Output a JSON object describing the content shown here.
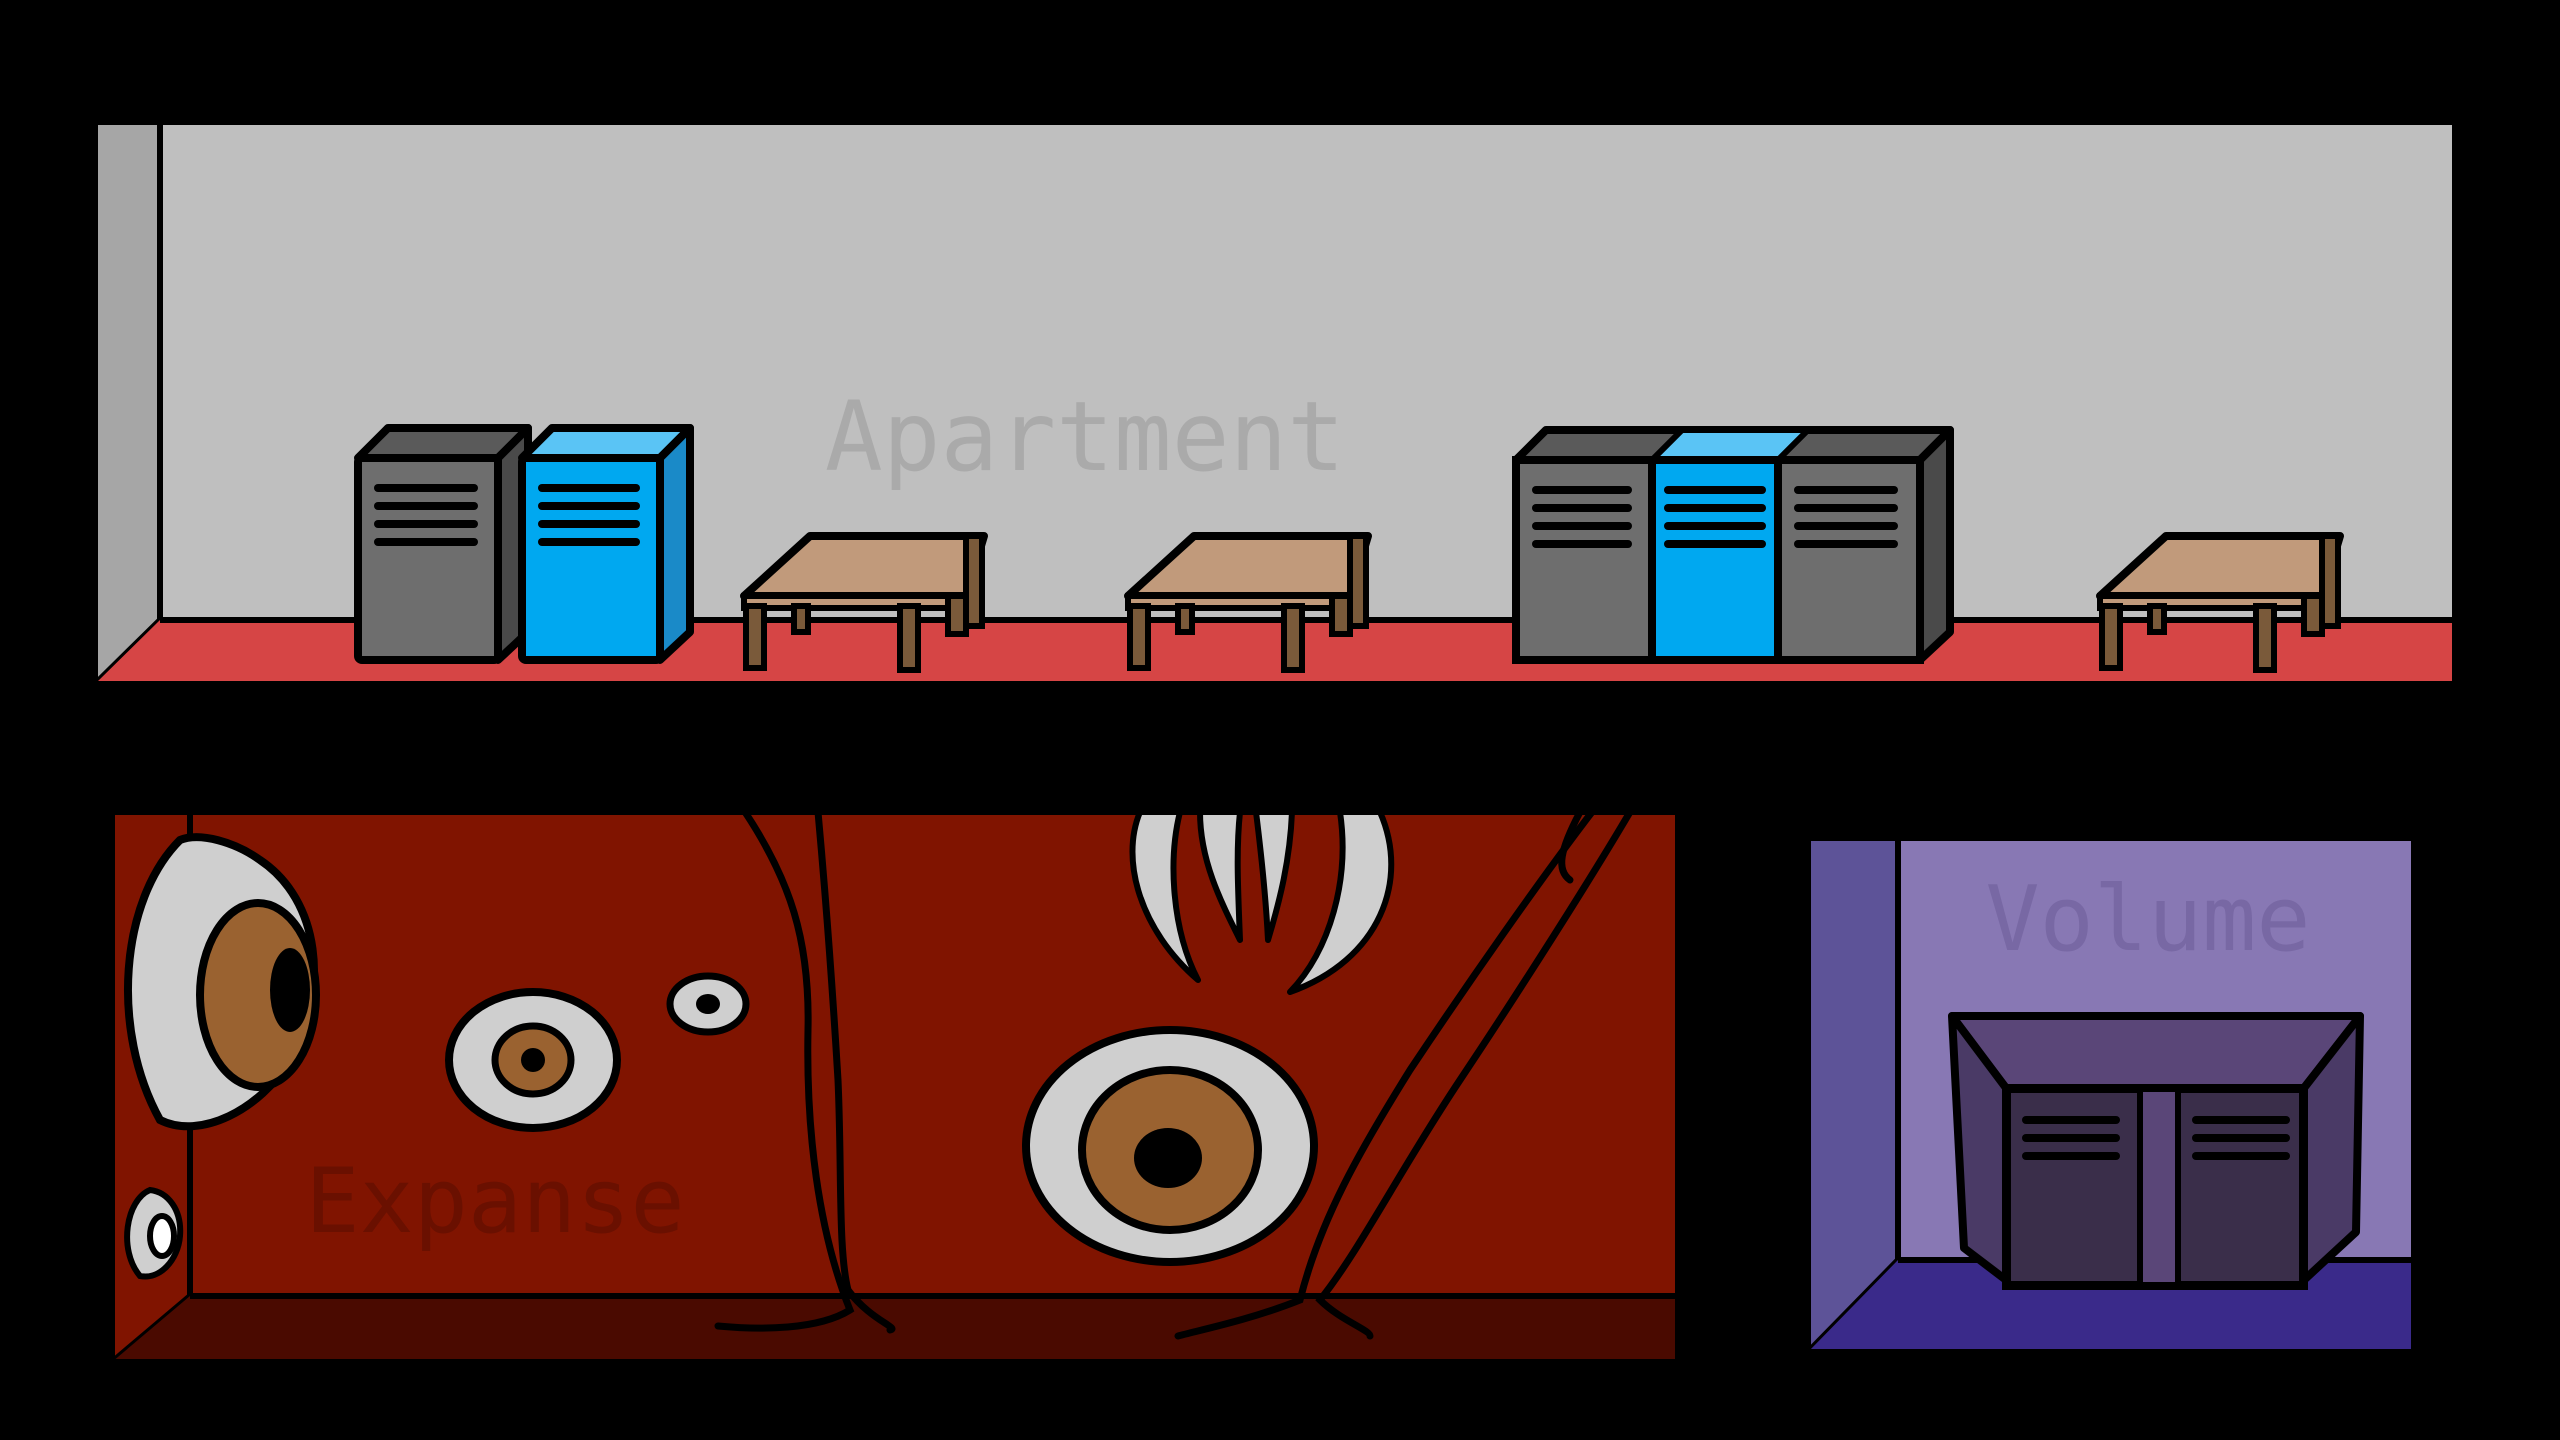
{
  "rooms": {
    "apartment": {
      "label": "Apartment",
      "colors": {
        "wall": "#bfbfbf",
        "side_wall": "#a6a6a6",
        "floor": "#d64545",
        "label": "#aaaaaa"
      },
      "furniture": [
        {
          "kind": "locker",
          "color": "#6e6e6e",
          "icon": "gray-locker-icon"
        },
        {
          "kind": "locker",
          "color": "#00a8f0",
          "icon": "blue-locker-icon"
        },
        {
          "kind": "table",
          "color": "#c19a7b",
          "icon": "wooden-table-icon"
        },
        {
          "kind": "table",
          "color": "#c19a7b",
          "icon": "wooden-table-icon"
        },
        {
          "kind": "locker",
          "color": "#6e6e6e",
          "icon": "gray-locker-icon"
        },
        {
          "kind": "locker",
          "color": "#00a8f0",
          "icon": "blue-locker-icon"
        },
        {
          "kind": "locker",
          "color": "#6e6e6e",
          "icon": "gray-locker-icon"
        },
        {
          "kind": "table",
          "color": "#c19a7b",
          "icon": "wooden-table-icon"
        }
      ]
    },
    "expanse": {
      "label": "Expanse",
      "colors": {
        "wall": "#801400",
        "floor": "#4a0a00",
        "label": "#6a1000",
        "iris": "#9a6230",
        "eye_white": "#cfcfcf"
      },
      "features": [
        "eye-icon",
        "eye-icon",
        "eye-icon",
        "eye-icon",
        "eye-icon",
        "fang-icon",
        "root-icon"
      ]
    },
    "volume": {
      "label": "Volume",
      "colors": {
        "wall": "#8878b4",
        "side_wall": "#5d5398",
        "floor": "#3a2a8a",
        "label": "#7868a4",
        "cabinet": "#5a4678",
        "door": "#3a2e4a"
      },
      "furniture": [
        {
          "kind": "double-locker",
          "color": "#3a2e4a",
          "icon": "dark-locker-icon"
        }
      ]
    }
  }
}
